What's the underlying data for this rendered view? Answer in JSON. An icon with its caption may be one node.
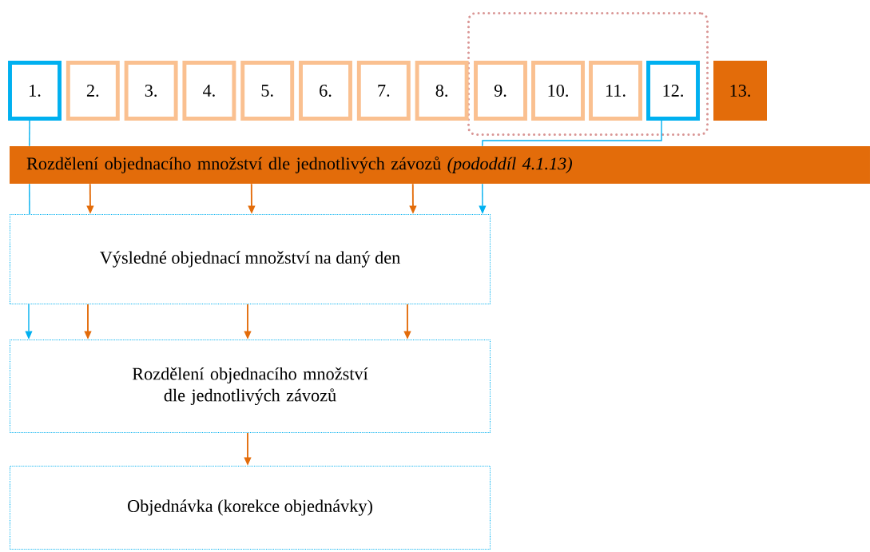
{
  "diagram": {
    "nodes": [
      {
        "text": [],
        "shape": "box"
      },
      {
        "text": [
          "1."
        ]
      },
      {
        "text": [
          "2."
        ]
      },
      {
        "text": [
          "3."
        ]
      },
      {
        "text": [
          "4."
        ]
      },
      {
        "text": [
          "5."
        ]
      },
      {
        "text": [
          "6."
        ]
      },
      {
        "text": [
          "7."
        ]
      },
      {
        "text": [
          "8."
        ]
      },
      {
        "text": [
          "9."
        ],
        "in": 0
      },
      {
        "text": [
          "10."
        ],
        "in": 0
      },
      {
        "text": [
          "11."
        ],
        "in": 0
      },
      {
        "text": [
          "12."
        ],
        "in": 0
      },
      {
        "text": [
          "13."
        ]
      },
      {
        "text": [
          "Rozdělení objednacího množství dle jednotlivých závozů *(pododdíl 4.1.13)*"
        ]
      },
      {
        "text": [
          "Výsledné objednací množství na daný den"
        ]
      },
      {
        "text": [
          "Rozdělení objednacího množství dle jednotlivých závozů"
        ]
      },
      {
        "text": [
          "Objednávka (korekce objednávky)"
        ]
      }
    ],
    "edges": [
      {
        "from": 1,
        "to": 14,
        "arrow": "none",
        "color": "#00b0f0"
      },
      {
        "from": 12,
        "to": 14,
        "arrow": "none",
        "color": "#00b0f0"
      },
      {
        "from": 14,
        "to": 15,
        "arrow": "none",
        "color": "#00b0f0"
      },
      {
        "from": 14,
        "to": 15,
        "arrow": "to"
      },
      {
        "from": 14,
        "to": 15,
        "arrow": "to"
      },
      {
        "from": 14,
        "to": 15,
        "arrow": "to"
      },
      {
        "from": 14,
        "to": 15,
        "arrow": "to",
        "color": "#00b0f0"
      },
      {
        "from": 15,
        "to": 16,
        "arrow": "to",
        "color": "#00b0f0"
      },
      {
        "from": 15,
        "to": 16,
        "arrow": "to"
      },
      {
        "from": 15,
        "to": 16,
        "arrow": "to"
      },
      {
        "from": 15,
        "to": 16,
        "arrow": "to"
      },
      {
        "from": 16,
        "to": 17,
        "arrow": "to"
      }
    ]
  }
}
